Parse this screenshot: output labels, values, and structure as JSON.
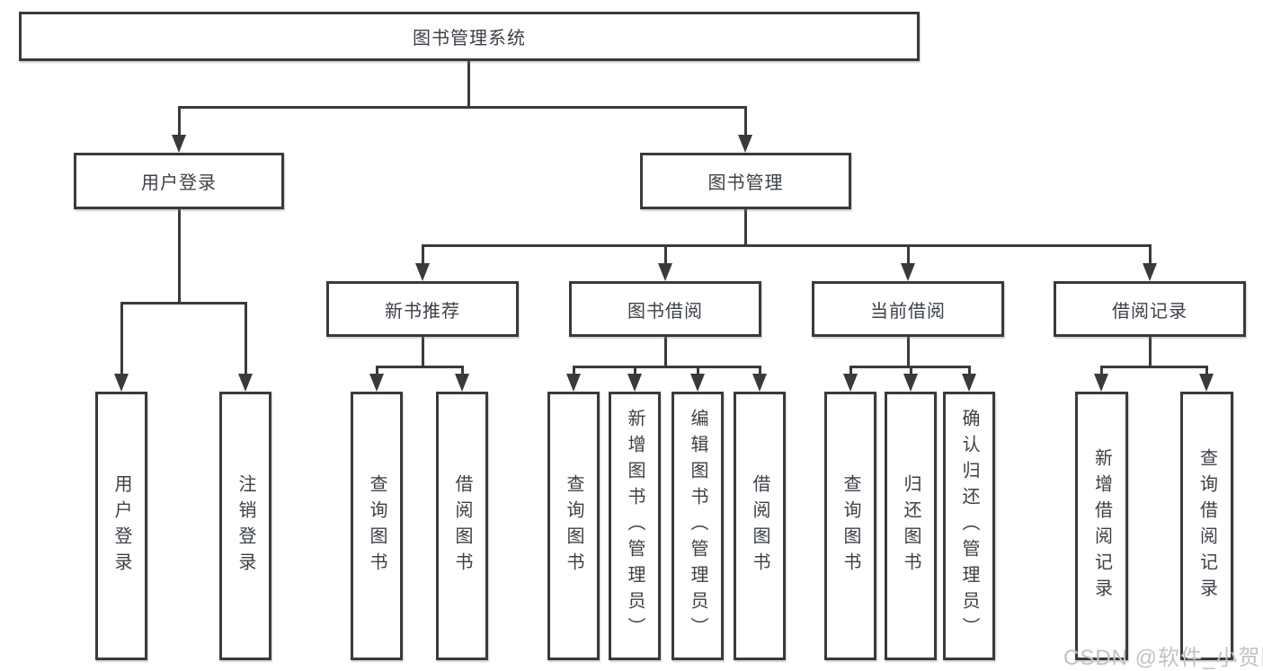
{
  "diagram_title": "图书管理系统",
  "colors": {
    "line": "#3a3a3a",
    "text": "#3c4147",
    "watermark": "#bec3c8",
    "node_bg": "#ffffff"
  },
  "tree": {
    "label": "图书管理系统",
    "children": [
      {
        "label": "用户登录",
        "children": [
          {
            "label": "用户登录"
          },
          {
            "label": "注销登录"
          }
        ]
      },
      {
        "label": "图书管理",
        "children": [
          {
            "label": "新书推荐",
            "children": [
              {
                "label": "查询图书"
              },
              {
                "label": "借阅图书"
              }
            ]
          },
          {
            "label": "图书借阅",
            "children": [
              {
                "label": "查询图书"
              },
              {
                "label": "新增图书（管理员）"
              },
              {
                "label": "编辑图书（管理员）"
              },
              {
                "label": "借阅图书"
              }
            ]
          },
          {
            "label": "当前借阅",
            "children": [
              {
                "label": "查询图书"
              },
              {
                "label": "归还图书"
              },
              {
                "label": "确认归还（管理员）"
              }
            ]
          },
          {
            "label": "借阅记录",
            "children": [
              {
                "label": "新增借阅记录"
              },
              {
                "label": "查询借阅记录"
              }
            ]
          }
        ]
      }
    ]
  },
  "watermark": "CSDN @软件_小贺同学"
}
